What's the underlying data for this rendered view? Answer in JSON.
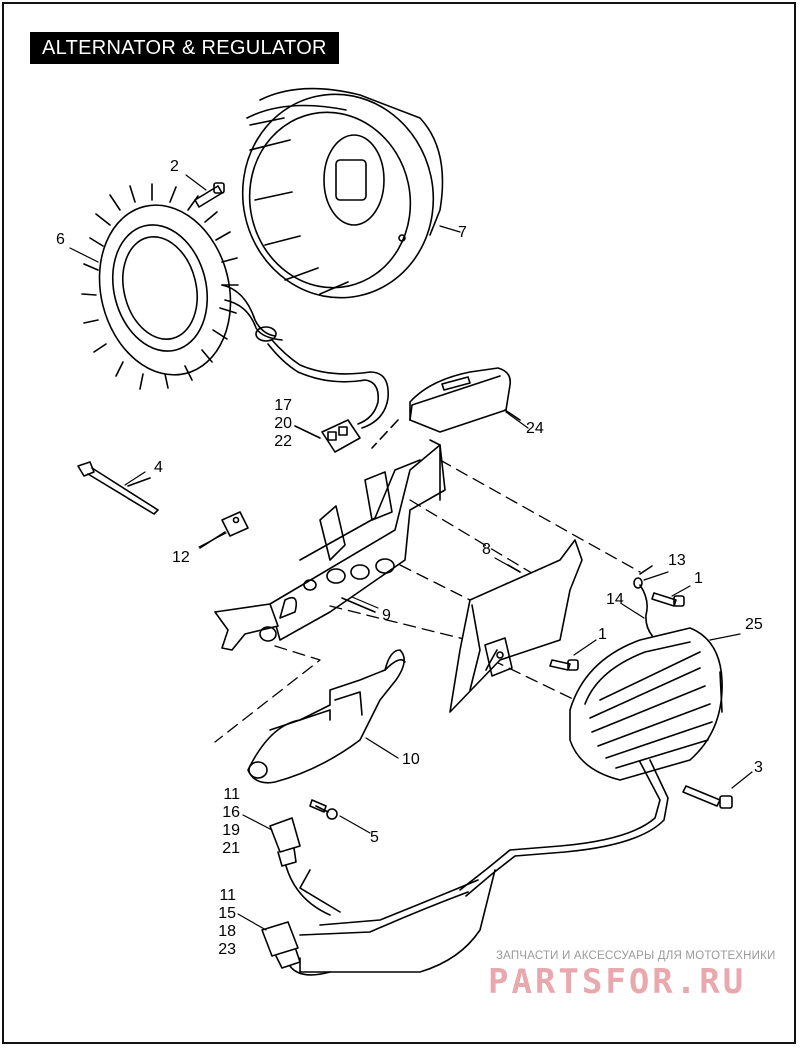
{
  "title": "ALTERNATOR & REGULATOR",
  "callouts": {
    "p1a": "1",
    "p1b": "1",
    "p2": "2",
    "p3": "3",
    "p4": "4",
    "p5": "5",
    "p6": "6",
    "p7": "7",
    "p8": "8",
    "p9": "9",
    "p10": "10",
    "p12": "12",
    "p13": "13",
    "p14": "14",
    "p24": "24",
    "p25": "25",
    "stator_conn": [
      "17",
      "20",
      "22"
    ],
    "conn_a": [
      "11",
      "16",
      "19",
      "21"
    ],
    "conn_b": [
      "11",
      "15",
      "18",
      "23"
    ]
  },
  "watermark": {
    "tagline": "ЗАПЧАСТИ И АКСЕССУАРЫ ДЛЯ МОТОТЕХНИКИ",
    "logo": "PARTSFOR.RU"
  }
}
